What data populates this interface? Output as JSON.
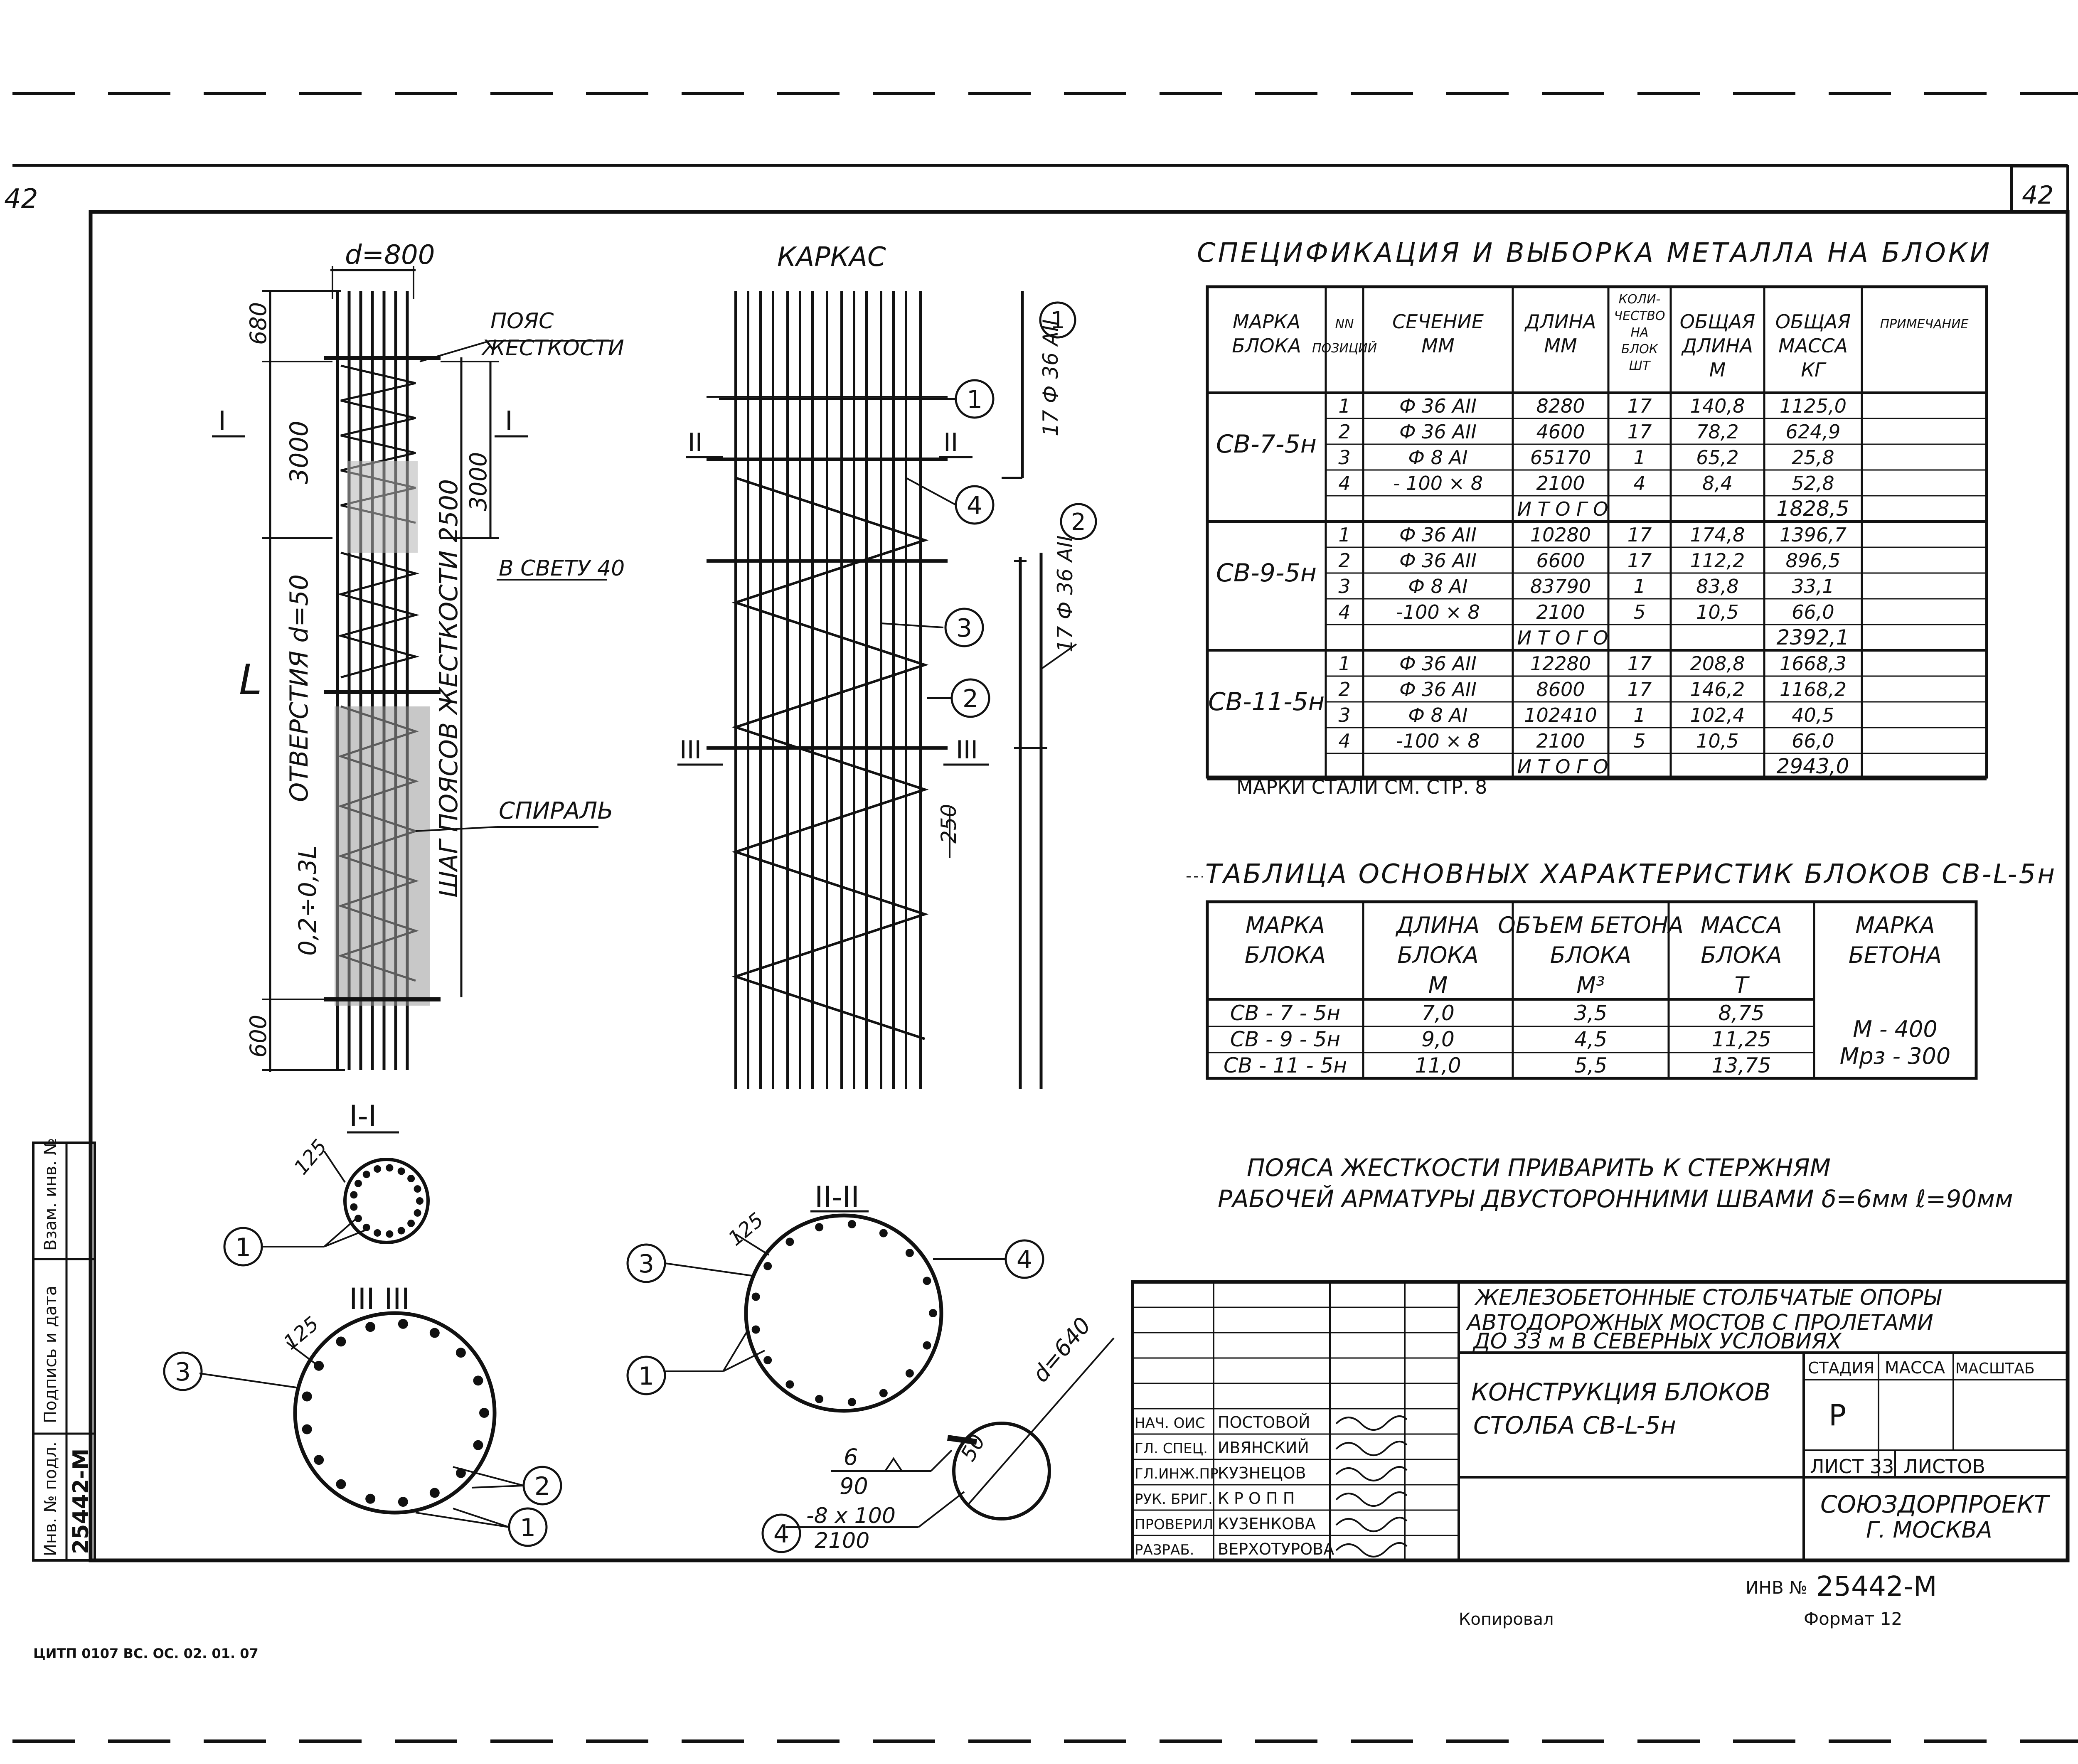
{
  "page_numbers": {
    "left": "42",
    "right": "42"
  },
  "column_drawing": {
    "diameter": "d=800",
    "dim_top": "680",
    "dim_3000_left": "3000",
    "dim_3000_right": "3000",
    "dim_bottom": "600",
    "length_mark": "L",
    "fraction_label": "0,2÷0,3L",
    "hole_label": "ОТВЕРСТИЯ  d=50",
    "stiff_step_label": "ШАГ  ПОЯСОВ  ЖЕСТКОСТИ 2500",
    "clear_label": "В  СВЕТУ 40",
    "belt_label": [
      "ПОЯС",
      "ЖЕСТКОСТИ"
    ],
    "spiral_label": "СПИРАЛЬ",
    "section_mark": "I"
  },
  "frame_drawing": {
    "title": "КАРКАС",
    "section_II": "II",
    "section_III": "III",
    "dim_250": "250",
    "bar_1_label": "17 Ф 36 АII",
    "bar_2_label": "17 Ф 36 АII",
    "callouts": [
      "1",
      "4",
      "3",
      "2",
      "1",
      "2"
    ]
  },
  "sections": {
    "s1_title": "I-I",
    "s1_dim": "125",
    "s1_callout": "1",
    "s2_title": "II-II",
    "s2_dim": "125",
    "s2_callouts": [
      "3",
      "4",
      "1"
    ],
    "s3_title": "III  III",
    "s3_dim": "125",
    "s3_callouts": [
      "3",
      "2",
      "1"
    ],
    "plate_dim": "d=640",
    "plate_50": "50",
    "weld_top": "6",
    "weld_bottom": "90",
    "plate_section": "-8 x 100",
    "plate_length": "2100",
    "plate_callout": "4"
  },
  "spec_table": {
    "title": "СПЕЦИФИКАЦИЯ   И   ВЫБОРКА   МЕТАЛЛА   НА   БЛОКИ",
    "headers": [
      [
        "МАРКА",
        "БЛОКА"
      ],
      [
        "NN",
        "ПОЗИЦИЙ"
      ],
      [
        "СЕЧЕНИЕ",
        "ММ"
      ],
      [
        "ДЛИНА",
        "ММ"
      ],
      [
        "КОЛИ-",
        "ЧЕСТВО",
        "НА",
        "БЛОК",
        "ШТ"
      ],
      [
        "ОБЩАЯ",
        "ДЛИНА",
        "М"
      ],
      [
        "ОБЩАЯ",
        "МАССА",
        "КГ"
      ],
      [
        "ПРИМЕЧАНИЕ"
      ]
    ],
    "groups": [
      {
        "mark": "СВ-7-5н",
        "rows": [
          [
            "1",
            "Ф 36 АII",
            "8280",
            "17",
            "140,8",
            "1125,0"
          ],
          [
            "2",
            "Ф 36 АII",
            "4600",
            "17",
            "78,2",
            "624,9"
          ],
          [
            "3",
            "Ф 8 АI",
            "65170",
            "1",
            "65,2",
            "25,8"
          ],
          [
            "4",
            "- 100 × 8",
            "2100",
            "4",
            "8,4",
            "52,8"
          ]
        ],
        "total_label": "И Т О Г О",
        "total": "1828,5"
      },
      {
        "mark": "СВ-9-5н",
        "rows": [
          [
            "1",
            "Ф 36 АII",
            "10280",
            "17",
            "174,8",
            "1396,7"
          ],
          [
            "2",
            "Ф 36 АII",
            "6600",
            "17",
            "112,2",
            "896,5"
          ],
          [
            "3",
            "Ф 8 АI",
            "83790",
            "1",
            "83,8",
            "33,1"
          ],
          [
            "4",
            "-100 × 8",
            "2100",
            "5",
            "10,5",
            "66,0"
          ]
        ],
        "total_label": "И Т О Г О",
        "total": "2392,1"
      },
      {
        "mark": "СВ-11-5н",
        "rows": [
          [
            "1",
            "Ф 36 АII",
            "12280",
            "17",
            "208,8",
            "1668,3"
          ],
          [
            "2",
            "Ф 36 АII",
            "8600",
            "17",
            "146,2",
            "1168,2"
          ],
          [
            "3",
            "Ф 8 АI",
            "102410",
            "1",
            "102,4",
            "40,5"
          ],
          [
            "4",
            "-100 × 8",
            "2100",
            "5",
            "10,5",
            "66,0"
          ]
        ],
        "total_label": "И Т О Г О",
        "total": "2943,0"
      }
    ],
    "steel_note": "МАРКИ   СТАЛИ   СМ.  СТР. 8"
  },
  "char_table": {
    "title": "ТАБЛИЦА  ОСНОВНЫХ  ХАРАКТЕРИСТИК  БЛОКОВ  СВ-L-5н",
    "headers": [
      [
        "МАРКА",
        "БЛОКА"
      ],
      [
        "ДЛИНА",
        "БЛОКА",
        "М"
      ],
      [
        "ОБЪЕМ БЕТОНА",
        "БЛОКА",
        "М³"
      ],
      [
        "МАССА",
        "БЛОКА",
        "Т"
      ],
      [
        "МАРКА",
        "БЕТОНА"
      ]
    ],
    "rows": [
      [
        "СВ - 7 - 5н",
        "7,0",
        "3,5",
        "8,75"
      ],
      [
        "СВ - 9 - 5н",
        "9,0",
        "4,5",
        "11,25"
      ],
      [
        "СВ - 11 - 5н",
        "11,0",
        "5,5",
        "13,75"
      ]
    ],
    "concrete": [
      "М - 400",
      "Мрз - 300"
    ]
  },
  "weld_note": [
    "ПОЯСА     ЖЕСТКОСТИ     ПРИВАРИТЬ     К     СТЕРЖНЯМ",
    "РАБОЧЕЙ    АРМАТУРЫ    ДВУСТОРОННИМИ    ШВАМИ  δ=6мм  ℓ=90мм"
  ],
  "title_block": {
    "project": [
      "ЖЕЛЕЗОБЕТОННЫЕ     СТОЛБЧАТЫЕ     ОПОРЫ",
      "АВТОДОРОЖНЫХ     МОСТОВ     С     ПРОЛЕТАМИ",
      "ДО  33 м     В     СЕВЕРНЫХ     УСЛОВИЯХ"
    ],
    "drawing": [
      "КОНСТРУКЦИЯ     БЛОКОВ",
      "СТОЛБА   СВ-L-5н"
    ],
    "stage_label": "СТАДИЯ",
    "mass_label": "МАССА",
    "scale_label": "МАСШТАБ",
    "stage_value": "Р",
    "sheet_label": "ЛИСТ 33",
    "sheets_label": "ЛИСТОВ",
    "org": [
      "СОЮЗДОРПРОЕКТ",
      "Г. МОСКВА"
    ],
    "roles": [
      [
        "НАЧ. ОИС",
        "ПОСТОВОЙ"
      ],
      [
        "ГЛ. СПЕЦ.",
        "ИВЯНСКИЙ"
      ],
      [
        "ГЛ.ИНЖ.ПР.",
        "КУЗНЕЦОВ"
      ],
      [
        "РУК. БРИГ.",
        "К Р О П П"
      ],
      [
        "ПРОВЕРИЛ",
        "КУЗЕНКОВА"
      ],
      [
        "РАЗРАБ.",
        "ВЕРХОТУРОВА"
      ]
    ]
  },
  "side_stamp": {
    "labels": [
      "Инв. № подл.",
      "Подпись и дата",
      "Взам. инв. №"
    ],
    "inv_value": "25442-М"
  },
  "footer": {
    "inv_label": "ИНВ №",
    "inv_value": "25442-М",
    "copied": "Копировал",
    "format": "Формат  12",
    "code": "ЦИТП 0107 ВС. ОС. 02. 01. 07"
  }
}
